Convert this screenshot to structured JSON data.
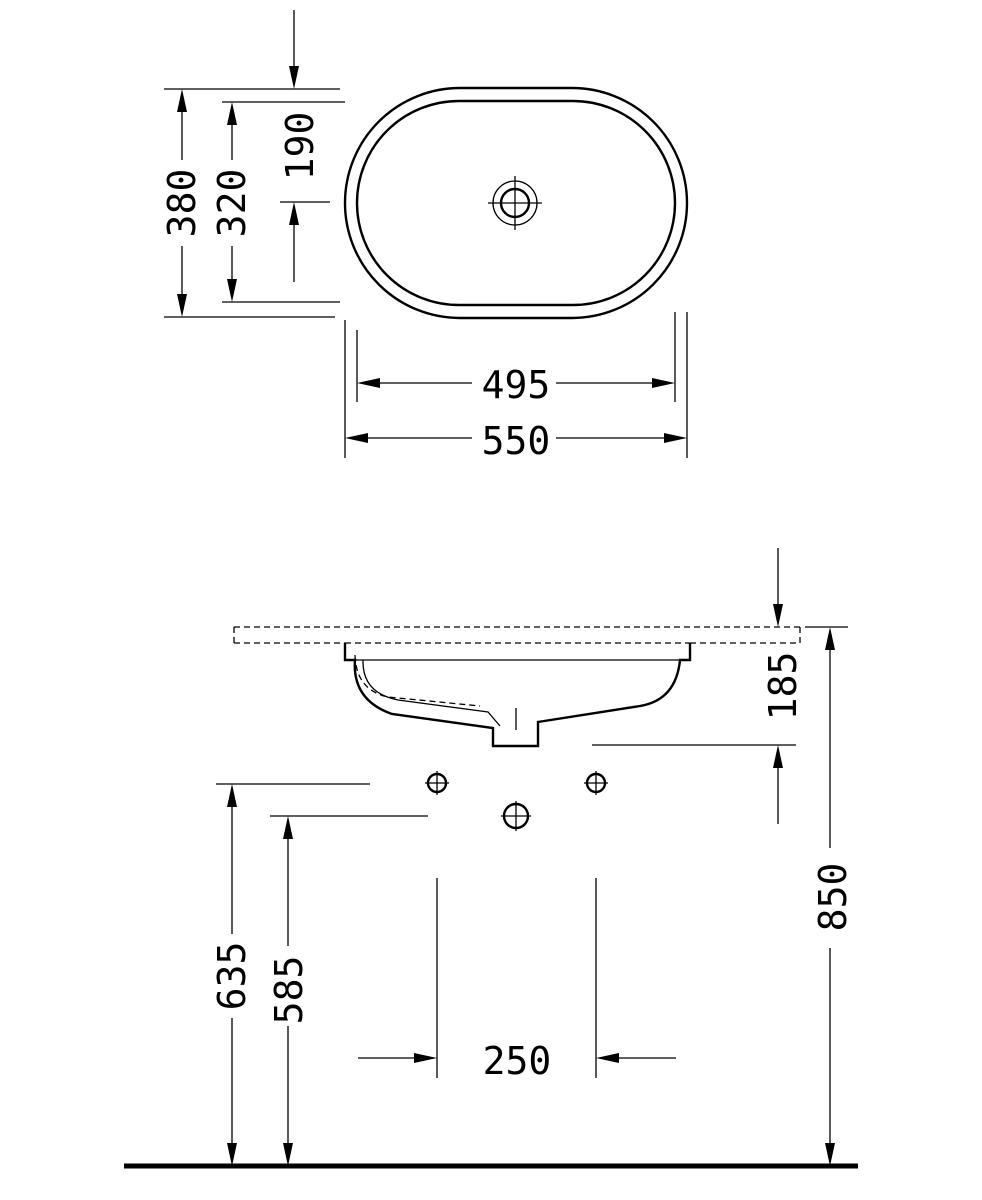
{
  "views": {
    "top": {
      "dimensions": {
        "depth_outer": "380",
        "depth_inner": "320",
        "drain_offset": "190",
        "width_inner": "495",
        "width_outer": "550"
      }
    },
    "front": {
      "dimensions": {
        "bowl_depth": "185",
        "mount_height": "850",
        "tap_hole_height": "635",
        "drain_hole_height": "585",
        "tap_spacing": "250"
      }
    }
  }
}
